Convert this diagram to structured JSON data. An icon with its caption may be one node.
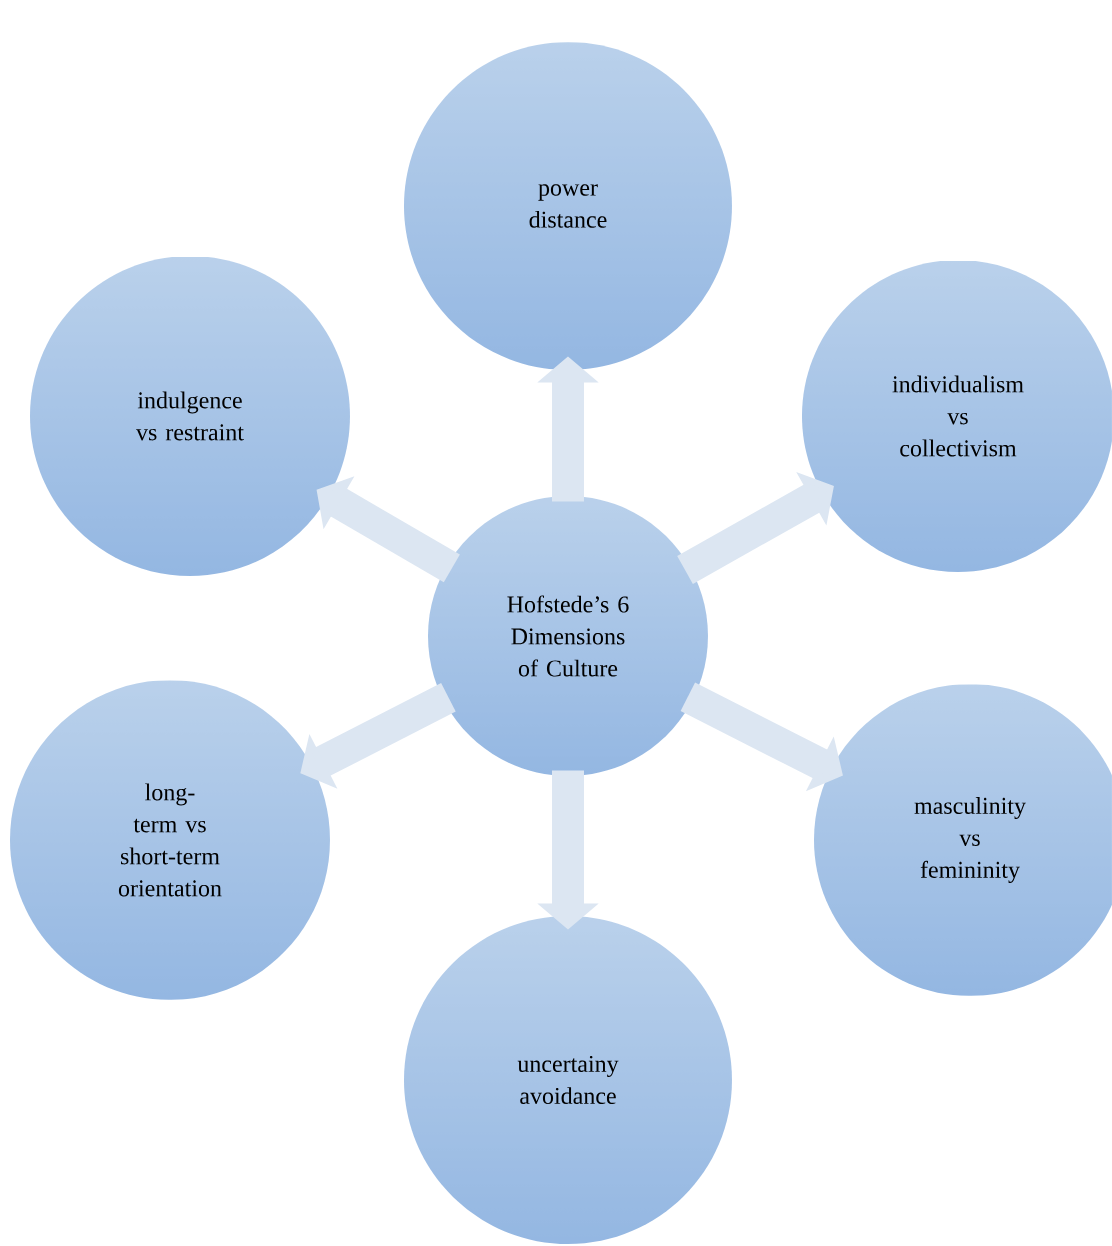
{
  "diagram": {
    "nodes": [
      {
        "text": [
          "Hofstede’s 6 Dimensions of Culture"
        ]
      },
      {
        "text": [
          "power distance"
        ]
      },
      {
        "text": [
          "individualism vs collectivism"
        ]
      },
      {
        "text": [
          "masculinity vs femininity"
        ]
      },
      {
        "text": [
          "uncertainy avoidance"
        ]
      },
      {
        "text": [
          "long-term vs short-term orientation"
        ]
      },
      {
        "text": [
          "indulgence vs restraint"
        ]
      }
    ],
    "edges": [
      {
        "from": 0,
        "to": 1,
        "arrow": "to"
      },
      {
        "from": 0,
        "to": 2,
        "arrow": "to"
      },
      {
        "from": 0,
        "to": 3,
        "arrow": "to"
      },
      {
        "from": 0,
        "to": 4,
        "arrow": "to"
      },
      {
        "from": 0,
        "to": 5,
        "arrow": "to"
      },
      {
        "from": 0,
        "to": 6,
        "arrow": "to"
      }
    ]
  }
}
